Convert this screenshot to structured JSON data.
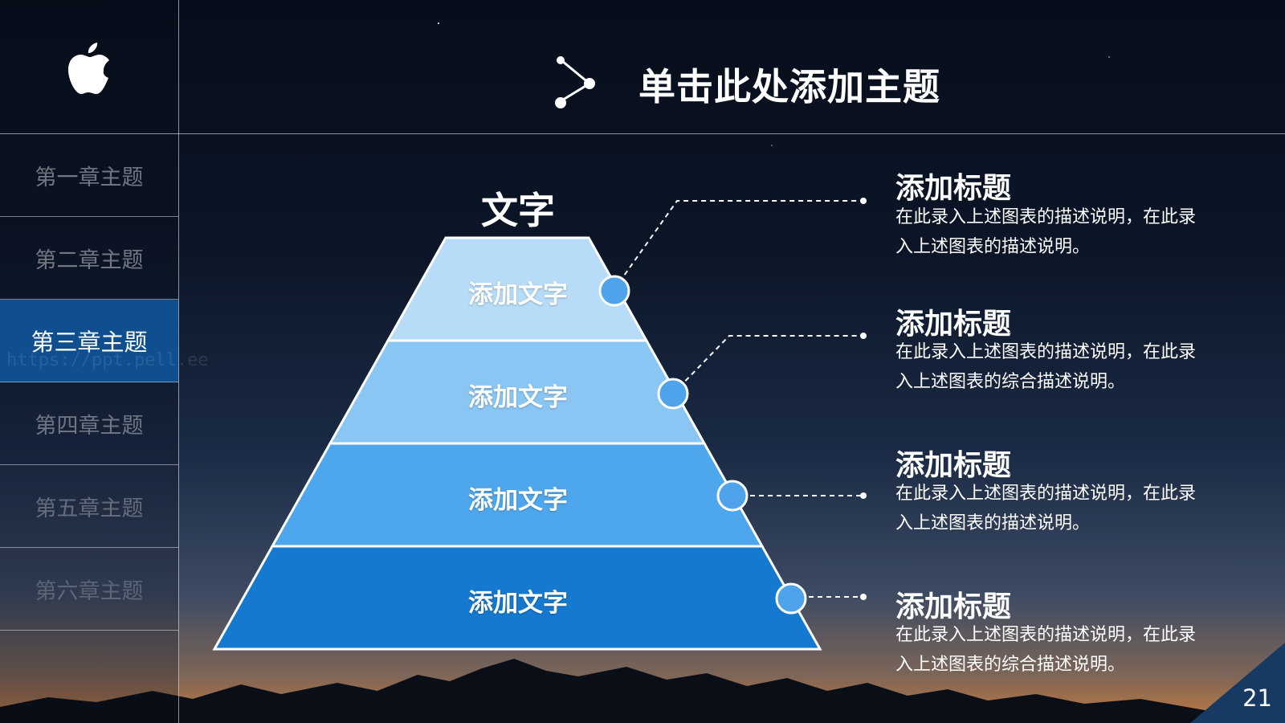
{
  "page_title": "单击此处添加主题",
  "watermark": "https://ppt.pell.ee",
  "nav": [
    {
      "label": "第一章主题",
      "active": false
    },
    {
      "label": "第二章主题",
      "active": false
    },
    {
      "label": "第三章主题",
      "active": true
    },
    {
      "label": "第四章主题",
      "active": false
    },
    {
      "label": "第五章主题",
      "active": false
    },
    {
      "label": "第六章主题",
      "active": false
    }
  ],
  "pyramid": {
    "top_label": "文字",
    "tiers": [
      {
        "label": "添加文字",
        "color": "#b7dcf8"
      },
      {
        "label": "添加文字",
        "color": "#8ac6f4"
      },
      {
        "label": "添加文字",
        "color": "#4ea7ec"
      },
      {
        "label": "添加文字",
        "color": "#1479cf"
      }
    ],
    "dot_color": "#4fa3ea"
  },
  "callouts": [
    {
      "title": "添加标题",
      "desc": "在此录入上述图表的描述说明，在此录入上述图表的描述说明。"
    },
    {
      "title": "添加标题",
      "desc": "在此录入上述图表的描述说明，在此录入上述图表的综合描述说明。"
    },
    {
      "title": "添加标题",
      "desc": "在此录入上述图表的描述说明，在此录入上述图表的描述说明。"
    },
    {
      "title": "添加标题",
      "desc": "在此录入上述图表的描述说明，在此录入上述图表的综合描述说明。"
    }
  ],
  "page_number": "21",
  "colors": {
    "accent": "#0f4e8f",
    "corner": "#173a63"
  }
}
